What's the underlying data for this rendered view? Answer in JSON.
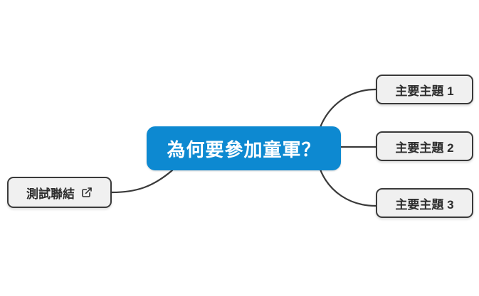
{
  "colors": {
    "root_fill": "#0d89d1",
    "root_text": "#ffffff",
    "node_fill": "#f0f0f0",
    "node_border": "#3a3a3a",
    "node_text": "#2d2d2d",
    "connector": "#3a3a3a",
    "canvas_bg": "#ffffff"
  },
  "mindmap": {
    "root": {
      "label": "為何要參加童軍？"
    },
    "main_topics": [
      {
        "label": "主要主題 1"
      },
      {
        "label": "主要主題 2"
      },
      {
        "label": "主要主題 3"
      }
    ],
    "link_node": {
      "label": "測試聯結",
      "icon": "external-link-icon"
    }
  }
}
